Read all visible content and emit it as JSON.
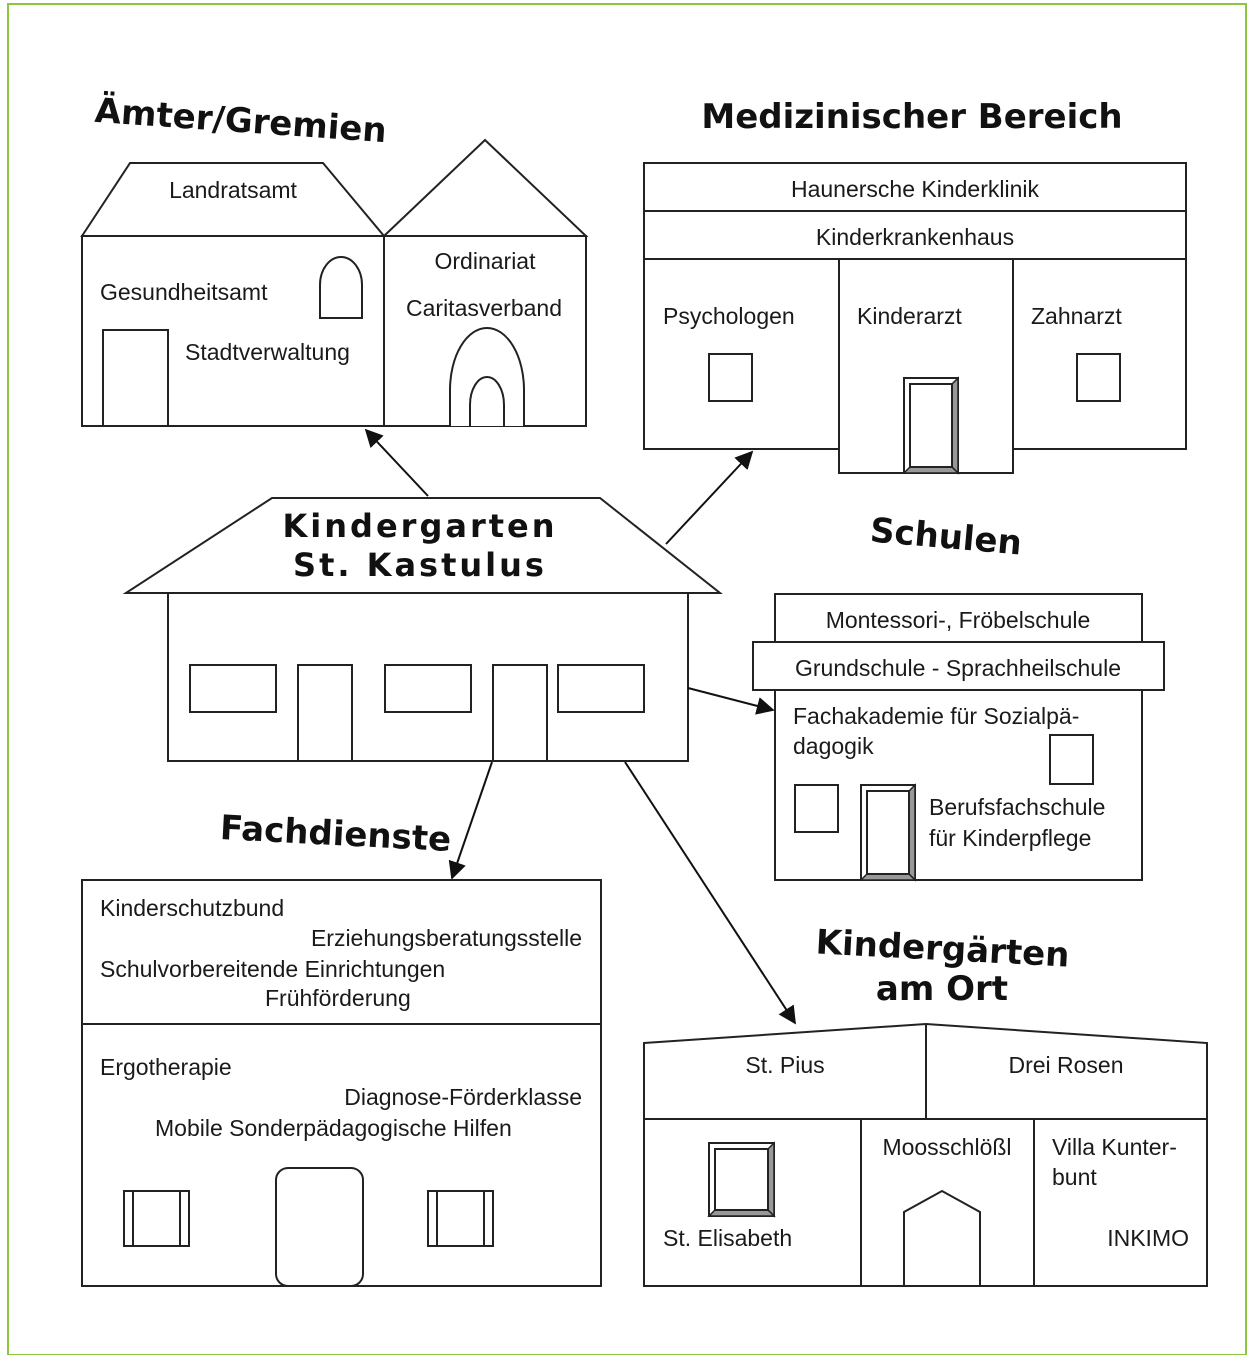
{
  "headings": {
    "aemter": "Ämter/Gremien",
    "medizin": "Medizinischer Bereich",
    "schulen": "Schulen",
    "fachdienste": "Fachdienste",
    "kigas_line1": "Kindergärten",
    "kigas_line2": "am Ort"
  },
  "center": {
    "line1": "Kindergarten",
    "line2": "St. Kastulus"
  },
  "aemter": {
    "landratsamt": "Landratsamt",
    "gesundheitsamt": "Gesundheitsamt",
    "stadtverwaltung": "Stadtverwaltung",
    "ordinariat": "Ordinariat",
    "caritasverband": "Caritasverband"
  },
  "medizin": {
    "haunersche": "Haunersche Kinderklinik",
    "kinderkrankenhaus": "Kinderkrankenhaus",
    "psychologen": "Psychologen",
    "kinderarzt": "Kinderarzt",
    "zahnarzt": "Zahnarzt"
  },
  "schulen": {
    "montessori": "Montessori-, Fröbelschule",
    "grundschule": "Grundschule - Sprachheilschule",
    "fachakademie_1": "Fachakademie für Sozialpä-",
    "fachakademie_2": "dagogik",
    "berufsfach_1": "Berufsfachschule",
    "berufsfach_2": "für Kinderpflege"
  },
  "fachdienste": {
    "kinderschutzbund": "Kinderschutzbund",
    "erziehungsberatung": "Erziehungsberatungsstelle",
    "schulvorbereitend": "Schulvorbereitende Einrichtungen",
    "fruehfoerderung": "Frühförderung",
    "ergotherapie": "Ergotherapie",
    "diagnose": "Diagnose-Förderklasse",
    "mobile": "Mobile Sonderpädagogische Hilfen"
  },
  "kigas": {
    "st_pius": "St. Pius",
    "drei_rosen": "Drei Rosen",
    "st_elisabeth": "St. Elisabeth",
    "moosschloessl": "Moosschlößl",
    "villa_1": "Villa Kunter-",
    "villa_2": "bunt",
    "inkimo": "INKIMO"
  },
  "colors": {
    "frame": "#8cc63f",
    "stroke": "#222222",
    "bevel": "#999999"
  }
}
